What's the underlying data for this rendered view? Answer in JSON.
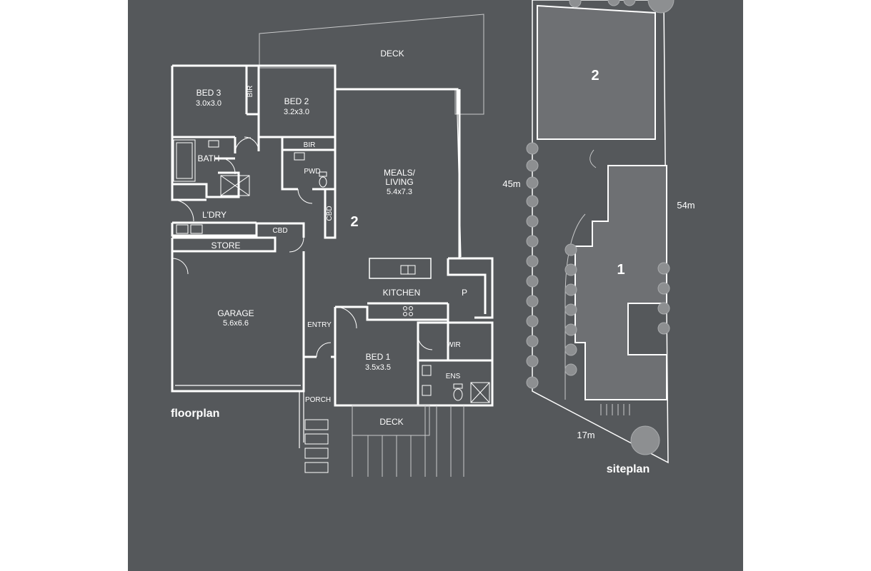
{
  "floorplan": {
    "caption": "floorplan",
    "unit_number": "2",
    "rooms": {
      "deck_rear": "DECK",
      "bed3_name": "BED 3",
      "bed3_size": "3.0x3.0",
      "bir1": "BIR",
      "bed2_name": "BED 2",
      "bed2_size": "3.2x3.0",
      "bir2": "BIR",
      "bath": "BATH",
      "pwd": "PWD",
      "meals_line1": "MEALS/",
      "meals_line2": "LIVING",
      "meals_size": "5.4x7.3",
      "cbd_vertical": "CBD",
      "laundry": "L'DRY",
      "cbd_laundry": "CBD",
      "store": "STORE",
      "kitchen": "KITCHEN",
      "pantry": "P",
      "garage_name": "GARAGE",
      "garage_size": "5.6x6.6",
      "entry": "ENTRY",
      "bed1_name": "BED 1",
      "bed1_size": "3.5x3.5",
      "wir": "WIR",
      "ens": "ENS",
      "porch": "PORCH",
      "deck_front": "DECK"
    }
  },
  "siteplan": {
    "caption": "siteplan",
    "unit_rear": "2",
    "unit_front": "1",
    "dimensions": {
      "left_side": "45m",
      "right_side": "54m",
      "frontage": "17m"
    }
  },
  "colors": {
    "background": "#55585b",
    "building": "#6e7073",
    "lines": "#ffffff",
    "page": "#ffffff"
  }
}
